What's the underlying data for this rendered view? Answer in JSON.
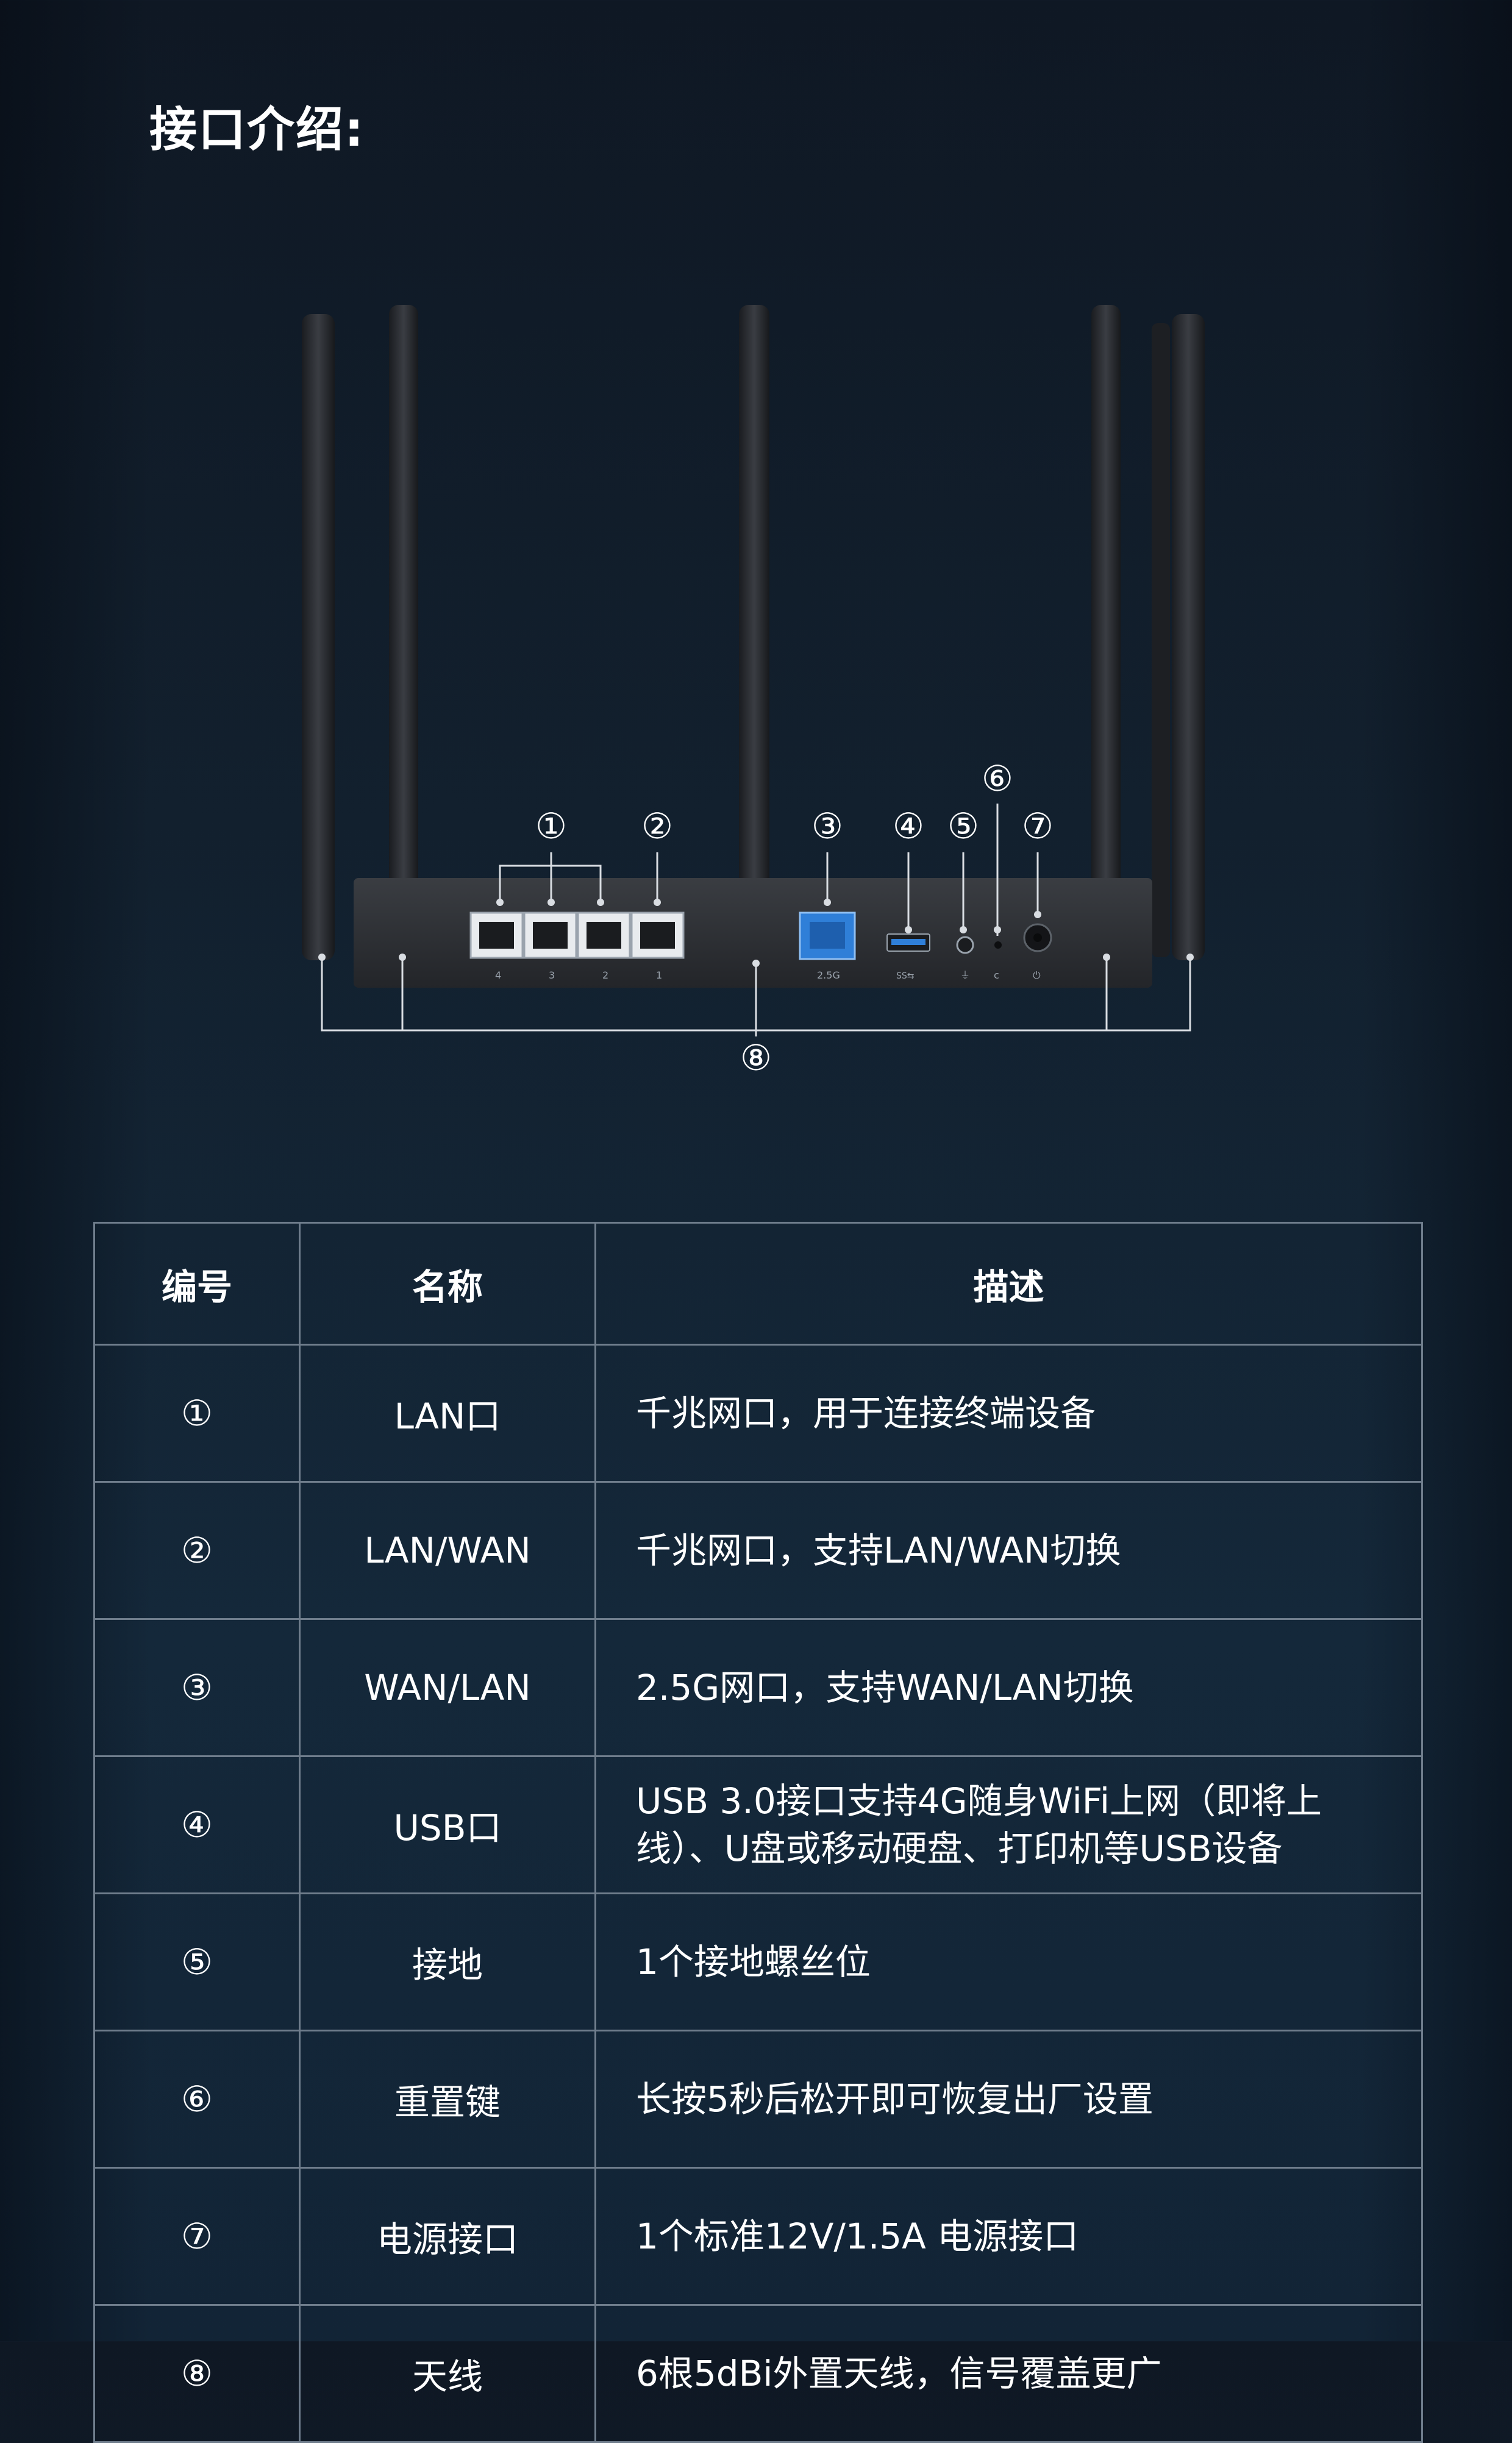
{
  "page": {
    "title": "接口介绍:"
  },
  "port_labels": {
    "lan_numbers": [
      "4",
      "3",
      "2",
      "1"
    ],
    "wan_label": "2.5G",
    "usb_label": "SS⇆",
    "ground_label": "⏚",
    "reset_label": "ⅽ",
    "power_label": "⏻"
  },
  "callouts": [
    "①",
    "②",
    "③",
    "④",
    "⑤",
    "⑥",
    "⑦",
    "⑧"
  ],
  "table": {
    "headers": [
      "编号",
      "名称",
      "描述"
    ],
    "rows": [
      {
        "num": "①",
        "name": "LAN口",
        "desc": "千兆网口，用于连接终端设备"
      },
      {
        "num": "②",
        "name": "LAN/WAN",
        "desc": "千兆网口，支持LAN/WAN切换"
      },
      {
        "num": "③",
        "name": "WAN/LAN",
        "desc": "2.5G网口，支持WAN/LAN切换"
      },
      {
        "num": "④",
        "name": "USB口",
        "desc": "USB 3.0接口支持4G随身WiFi上网（即将上线）、U盘或移动硬盘、打印机等USB设备"
      },
      {
        "num": "⑤",
        "name": "接地",
        "desc": "1个接地螺丝位"
      },
      {
        "num": "⑥",
        "name": "重置键",
        "desc": "长按5秒后松开即可恢复出厂设置"
      },
      {
        "num": "⑦",
        "name": "电源接口",
        "desc": "1个标准12V/1.5A 电源接口"
      },
      {
        "num": "⑧",
        "name": "天线",
        "desc": "6根5dBi外置天线，信号覆盖更广"
      }
    ]
  },
  "colors": {
    "background": "#12202e",
    "router_body": "#2c2f34",
    "port_blue": "#2f7fd8",
    "line": "#d9dde2",
    "table_border": "#6f7d8c"
  }
}
